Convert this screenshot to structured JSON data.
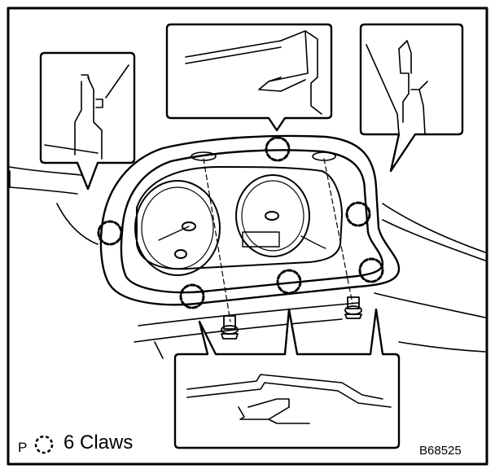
{
  "diagram": {
    "legend_prefix": "P",
    "legend_label": "6 Claws",
    "figure_code": "B68525",
    "callout_count": 6
  },
  "colors": {
    "ink": "#000000",
    "paper": "#ffffff"
  },
  "icons": {
    "claw_marker": "dashed-circle-icon",
    "clip": "clip-icon"
  }
}
